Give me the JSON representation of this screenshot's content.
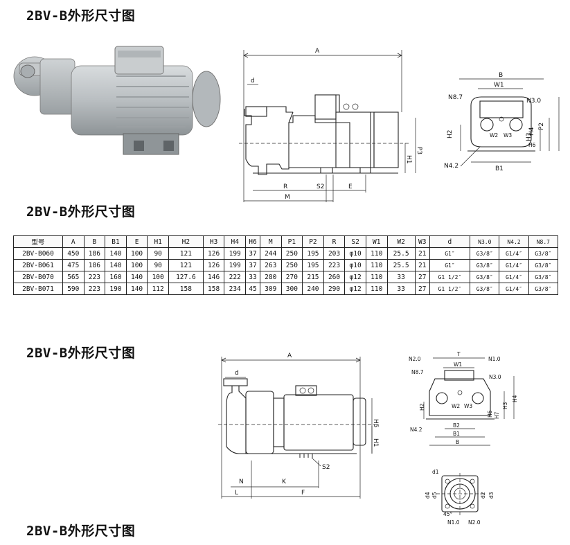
{
  "titles": [
    "2BV-B外形尺寸图",
    "2BV-B外形尺寸图",
    "2BV-B外形尺寸图",
    "2BV-B外形尺寸图"
  ],
  "drawing1": {
    "labels": {
      "A": "A",
      "d": "d",
      "R": "R",
      "S2": "S2",
      "E": "E",
      "M": "M",
      "P3": "P3",
      "H1": "H1"
    },
    "end_view": {
      "B": "B",
      "W1": "W1",
      "N87": "N8.7",
      "N30": "N3.0",
      "N42": "N4.2",
      "H2": "H2",
      "H3": "H3",
      "H4": "H4",
      "H6": "H6",
      "P2": "P2",
      "B1": "B1",
      "W2": "W2",
      "W3": "W3"
    }
  },
  "table": {
    "headers": [
      "型号",
      "A",
      "B",
      "B1",
      "E",
      "H1",
      "H2",
      "H3",
      "H4",
      "H6",
      "M",
      "P1",
      "P2",
      "R",
      "S2",
      "W1",
      "W2",
      "W3",
      "d",
      "N3.0",
      "N4.2",
      "N8.7"
    ],
    "rows": [
      [
        "2BV-B060",
        "450",
        "186",
        "140",
        "100",
        "90",
        "121",
        "126",
        "199",
        "37",
        "244",
        "250",
        "195",
        "203",
        "φ10",
        "110",
        "25.5",
        "21",
        "G1″",
        "G3/8″",
        "G1/4″",
        "G3/8″"
      ],
      [
        "2BV-B061",
        "475",
        "186",
        "140",
        "100",
        "90",
        "121",
        "126",
        "199",
        "37",
        "263",
        "250",
        "195",
        "223",
        "φ10",
        "110",
        "25.5",
        "21",
        "G1″",
        "G3/8″",
        "G1/4″",
        "G3/8″"
      ],
      [
        "2BV-B070",
        "565",
        "223",
        "160",
        "140",
        "100",
        "127.6",
        "146",
        "222",
        "33",
        "280",
        "270",
        "215",
        "260",
        "φ12",
        "110",
        "33",
        "27",
        "G1 1/2″",
        "G3/8″",
        "G1/4″",
        "G3/8″"
      ],
      [
        "2BV-B071",
        "590",
        "223",
        "190",
        "140",
        "112",
        "158",
        "158",
        "234",
        "45",
        "309",
        "300",
        "240",
        "290",
        "φ12",
        "110",
        "33",
        "27",
        "G1 1/2″",
        "G3/8″",
        "G1/4″",
        "G3/8″"
      ]
    ]
  },
  "drawing2": {
    "labels": {
      "A": "A",
      "d": "d",
      "H5": "H5",
      "H1": "H1",
      "S2": "S2",
      "N": "N",
      "L": "L",
      "K": "K",
      "F": "F"
    },
    "end_view": {
      "T": "T",
      "N20": "N2.0",
      "N10": "N1.0",
      "W1": "W1",
      "N87": "N8.7",
      "N30": "N3.0",
      "H2": "H2",
      "H3": "H3",
      "H4": "H4",
      "H7": "H7",
      "H6": "H6",
      "W2": "W2",
      "W3": "W3",
      "B2": "B2",
      "B1": "B1",
      "B": "B",
      "N42": "N4.2"
    },
    "flange": {
      "d1": "d1",
      "d4": "d4",
      "d5": "d5",
      "d2": "d2",
      "d3": "d3",
      "angle": "45°",
      "N10": "N1.0",
      "N20": "N2.0"
    }
  }
}
